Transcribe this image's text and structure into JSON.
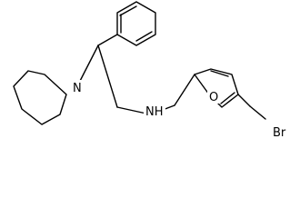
{
  "molecule": {
    "atom_labels": {
      "pyrrolidine_nitrogen": "N",
      "amine": "NH",
      "furan_oxygen": "O",
      "bromine": "Br"
    }
  }
}
